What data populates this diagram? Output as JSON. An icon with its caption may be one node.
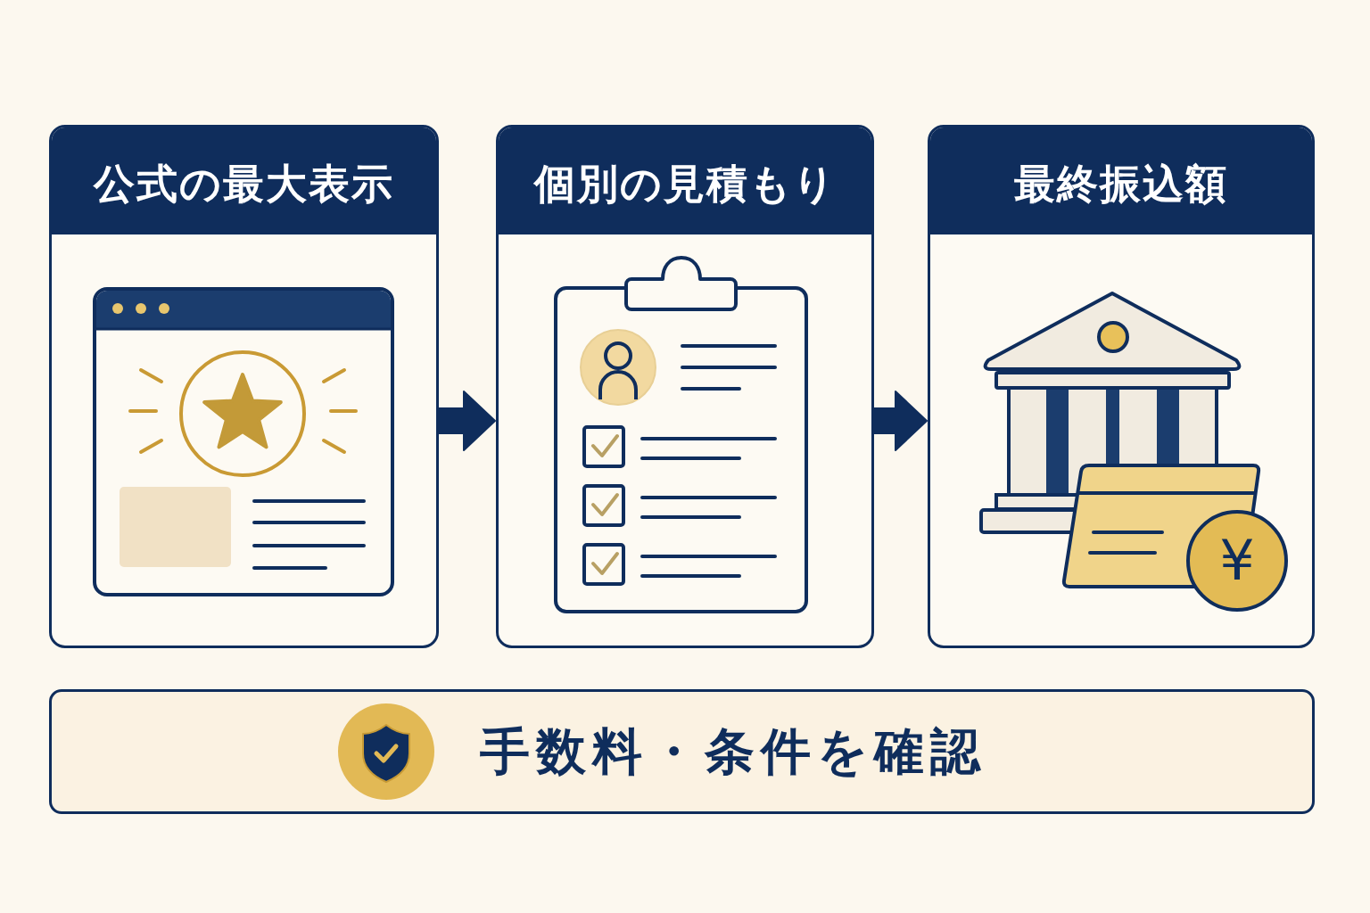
{
  "diagram": {
    "nodes": [
      {
        "text": [
          "公式の最大表示"
        ]
      },
      {
        "text": [
          "個別の見積もり"
        ]
      },
      {
        "text": [
          "最終振込額"
        ]
      },
      {
        "text": [
          "手数料・条件を確認"
        ]
      }
    ],
    "edges": [
      {
        "from": 0,
        "to": 1,
        "arrow": "to"
      },
      {
        "from": 1,
        "to": 2,
        "arrow": "to"
      }
    ],
    "labels": [
      "¥"
    ]
  }
}
